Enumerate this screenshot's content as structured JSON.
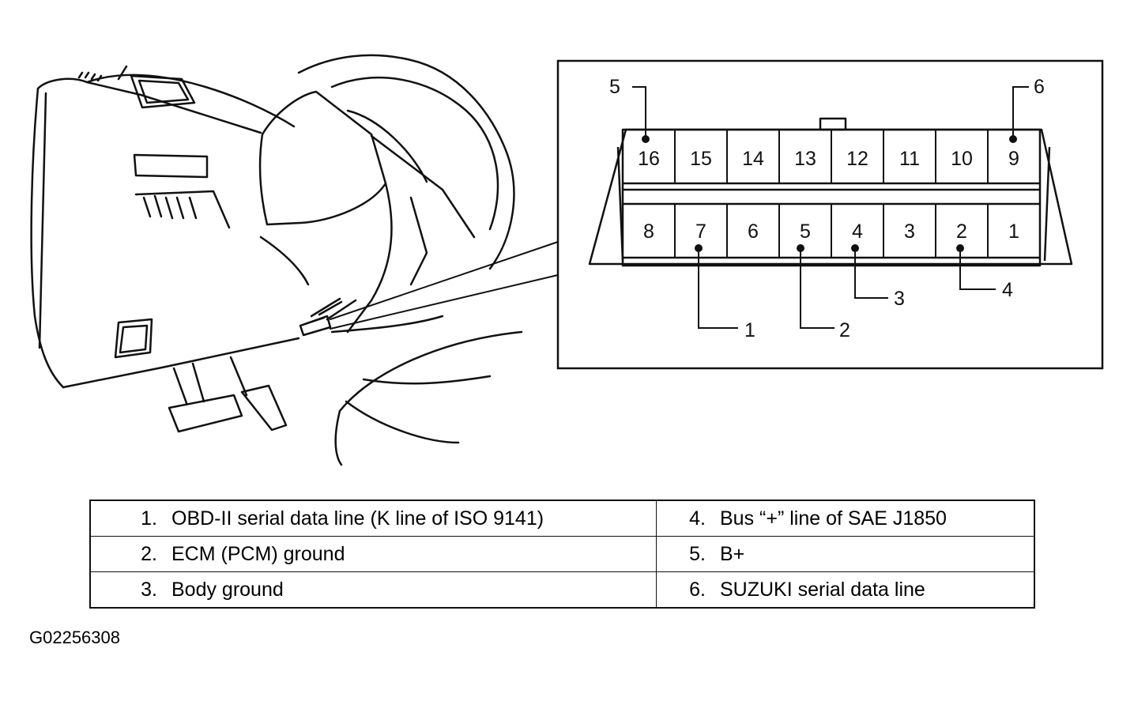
{
  "connector": {
    "top_row": [
      "16",
      "15",
      "14",
      "13",
      "12",
      "11",
      "10",
      "9"
    ],
    "bottom_row": [
      "8",
      "7",
      "6",
      "5",
      "4",
      "3",
      "2",
      "1"
    ]
  },
  "callouts": [
    "1",
    "2",
    "3",
    "4",
    "5",
    "6"
  ],
  "legend": [
    {
      "num": "1.",
      "text": "OBD-II serial data line (K line of ISO 9141)"
    },
    {
      "num": "2.",
      "text": "ECM (PCM) ground"
    },
    {
      "num": "3.",
      "text": "Body ground"
    },
    {
      "num": "4.",
      "text": "Bus “+” line of SAE J1850"
    },
    {
      "num": "5.",
      "text": "B+"
    },
    {
      "num": "6.",
      "text": "SUZUKI serial data line"
    }
  ],
  "figure_code": "G02256308"
}
